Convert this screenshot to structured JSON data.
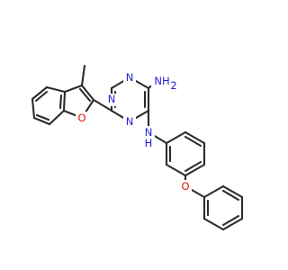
{
  "labels": {
    "nh2": "NH",
    "nh2_sub": "2",
    "n_top": "N",
    "n_mid_left": "N",
    "n_bottom": "N",
    "o_furan": "O",
    "nh": "N",
    "nh_h": "H",
    "o_ether": "O",
    "methyl": "CH3"
  },
  "colors": {
    "bond": "#2b2b2b",
    "nitrogen": "#1f1fd0",
    "oxygen": "#e01010"
  }
}
